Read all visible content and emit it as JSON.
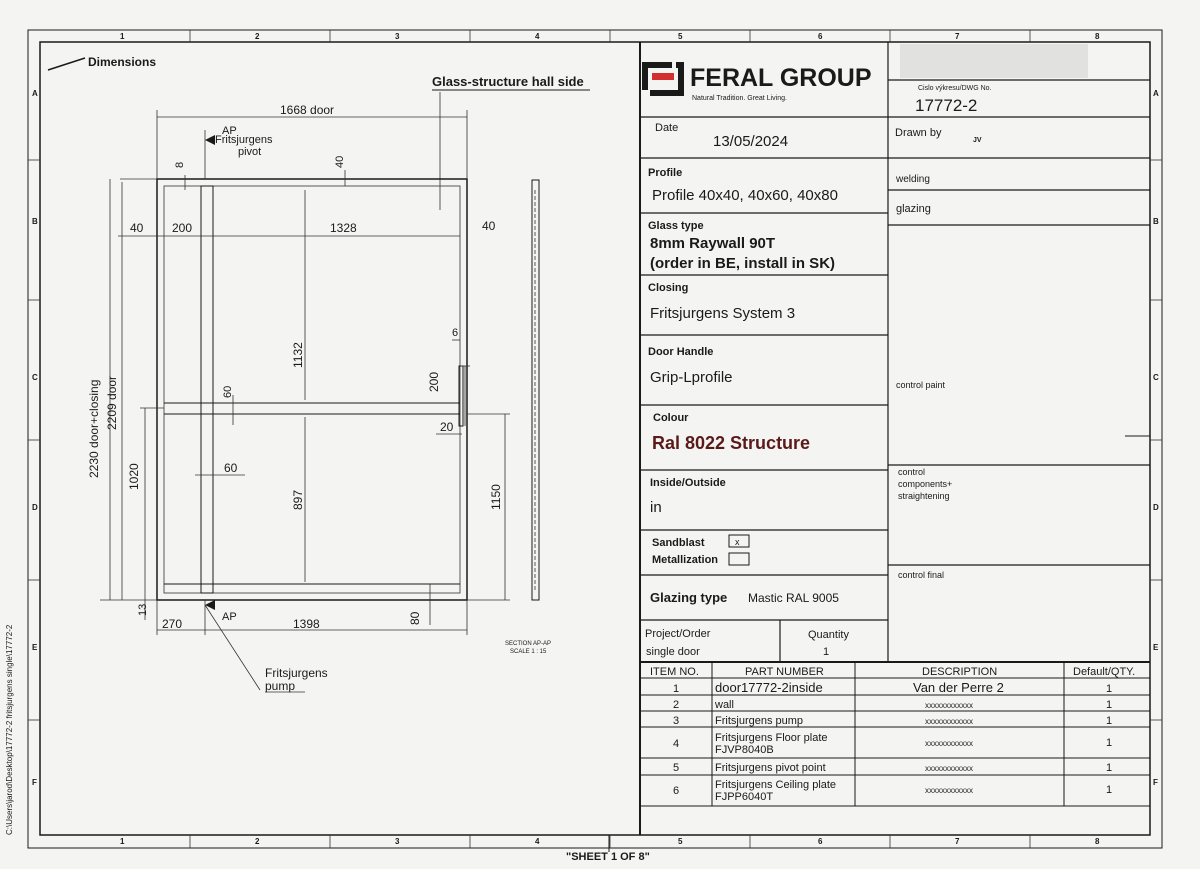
{
  "zones": {
    "cols": [
      "1",
      "2",
      "3",
      "4",
      "5",
      "6",
      "7",
      "8"
    ],
    "rows": [
      "A",
      "B",
      "C",
      "D",
      "E",
      "F"
    ]
  },
  "drawing": {
    "note": "Dimensions",
    "view_title": "Glass-structure hall side",
    "dims": {
      "width_door": "1668 door",
      "ap_top": "AP",
      "pivot_label": "Fritsjurgens\npivot",
      "pivot_line1": "Fritsjurgens",
      "pivot_line2": "pivot",
      "d8": "8",
      "d40_top": "40",
      "d40_left": "40",
      "d200": "200",
      "d1328": "1328",
      "d40_right": "40",
      "d2230": "2230 door+closing",
      "d2209": "2209 door",
      "d1132": "1132",
      "d6": "6",
      "d200_handle": "200",
      "d60_mid": "60",
      "d20": "20",
      "d60_low": "60",
      "d1020": "1020",
      "d897": "897",
      "d1150": "1150",
      "d13": "13",
      "d270": "270",
      "ap_bottom": "AP",
      "d1398": "1398",
      "d80": "80",
      "pump_line1": "Fritsjurgens",
      "pump_line2": "pump"
    },
    "section_title": "SECTION AP-AP",
    "section_scale": "SCALE 1 : 15",
    "side_path": "C:\\Users\\jarod\\Desktop\\17772-2 fritsjurgens single\\17772-2",
    "sheet": "\"SHEET 1 OF 8\""
  },
  "title_block": {
    "brand": "FERAL GROUP",
    "tagline": "Natural Tradition. Great Living.",
    "brand_accent": "#d32f2f",
    "dwg_label": "Cislo výkresu/DWG No.",
    "dwg_no": "17772-2",
    "date_label": "Date",
    "date": "13/05/2024",
    "drawn_label": "Drawn by",
    "drawn_by": "JV",
    "profile_label": "Profile",
    "profile": "Profile 40x40, 40x60, 40x80",
    "glass_label": "Glass type",
    "glass_line1": "8mm Raywall 90T",
    "glass_line2": "(order in BE, install in SK)",
    "closing_label": "Closing",
    "closing": "Fritsjurgens System 3",
    "handle_label": "Door Handle",
    "handle": "Grip-Lprofile",
    "colour_label": "Colour",
    "colour": "Ral 8022 Structure",
    "colour_text_color": "#5a1a1a",
    "inout_label": "Inside/Outside",
    "inout": "in",
    "sandblast_label": "Sandblast",
    "sandblast_checked": "x",
    "metallization_label": "Metallization",
    "glazing_type_label": "Glazing type",
    "glazing_type": "Mastic RAL 9005",
    "project_label": "Project/Order",
    "project": "single door",
    "quantity_label": "Quantity",
    "quantity": "1",
    "welding": "welding",
    "glazing": "glazing",
    "control_paint": "control paint",
    "control_components_1": "control",
    "control_components_2": "components+",
    "control_components_3": "straightening",
    "control_final": "control final"
  },
  "bom": {
    "headers": [
      "ITEM NO.",
      "PART NUMBER",
      "DESCRIPTION",
      "Default/QTY."
    ],
    "rows": [
      {
        "item": "1",
        "part": "door17772-2inside",
        "part2": "",
        "desc": "Van der Perre 2",
        "qty": "1"
      },
      {
        "item": "2",
        "part": "wall",
        "part2": "",
        "desc": "xxxxxxxxxxxx",
        "qty": "1"
      },
      {
        "item": "3",
        "part": "Fritsjurgens pump",
        "part2": "",
        "desc": "xxxxxxxxxxxx",
        "qty": "1"
      },
      {
        "item": "4",
        "part": "Fritsjurgens Floor plate",
        "part2": "FJVP8040B",
        "desc": "xxxxxxxxxxxx",
        "qty": "1"
      },
      {
        "item": "5",
        "part": "Fritsjurgens pivot point",
        "part2": "",
        "desc": "xxxxxxxxxxxx",
        "qty": "1"
      },
      {
        "item": "6",
        "part": "Fritsjurgens Ceiling plate",
        "part2": "FJPP6040T",
        "desc": "xxxxxxxxxxxx",
        "qty": "1"
      }
    ]
  }
}
